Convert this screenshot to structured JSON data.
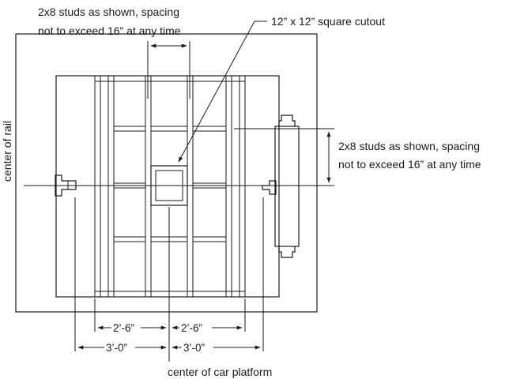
{
  "annotations": {
    "top_left_line1": "2x8 studs as shown, spacing",
    "top_left_line2": "not to exceed 16” at any time",
    "cutout": "12” x 12” square cutout",
    "right_line1": "2x8 studs as shown, spacing",
    "right_line2": "not to exceed 16” at any time",
    "center_of_rail": "center of rail",
    "center_of_car_platform": "center of car platform"
  },
  "dimensions": {
    "inner_left": "2’-6”",
    "inner_right": "2’-6”",
    "outer_left": "3’-0”",
    "outer_right": "3’-0”"
  }
}
